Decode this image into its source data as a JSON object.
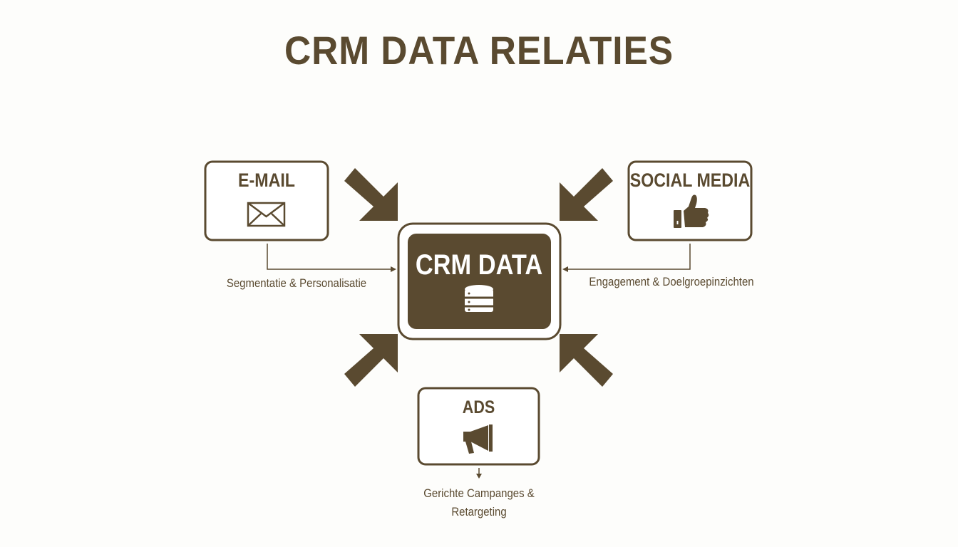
{
  "title": "CRM DATA RELATIES",
  "colors": {
    "primary": "#5a4a30",
    "background": "#fdfdfb",
    "on_primary": "#ffffff"
  },
  "center": {
    "label": "CRM DATA",
    "icon": "database-icon"
  },
  "sources": {
    "email": {
      "label": "E-MAIL",
      "icon": "envelope-icon",
      "caption": "Segmentatie & Personalisatie"
    },
    "social": {
      "label": "SOCIAL MEDIA",
      "icon": "thumbs-up-icon",
      "caption": "Engagement & Doelgroepinzichten"
    },
    "ads": {
      "label": "ADS",
      "icon": "megaphone-icon",
      "caption_line1": "Gerichte Campanges &",
      "caption_line2": "Retargeting"
    }
  }
}
